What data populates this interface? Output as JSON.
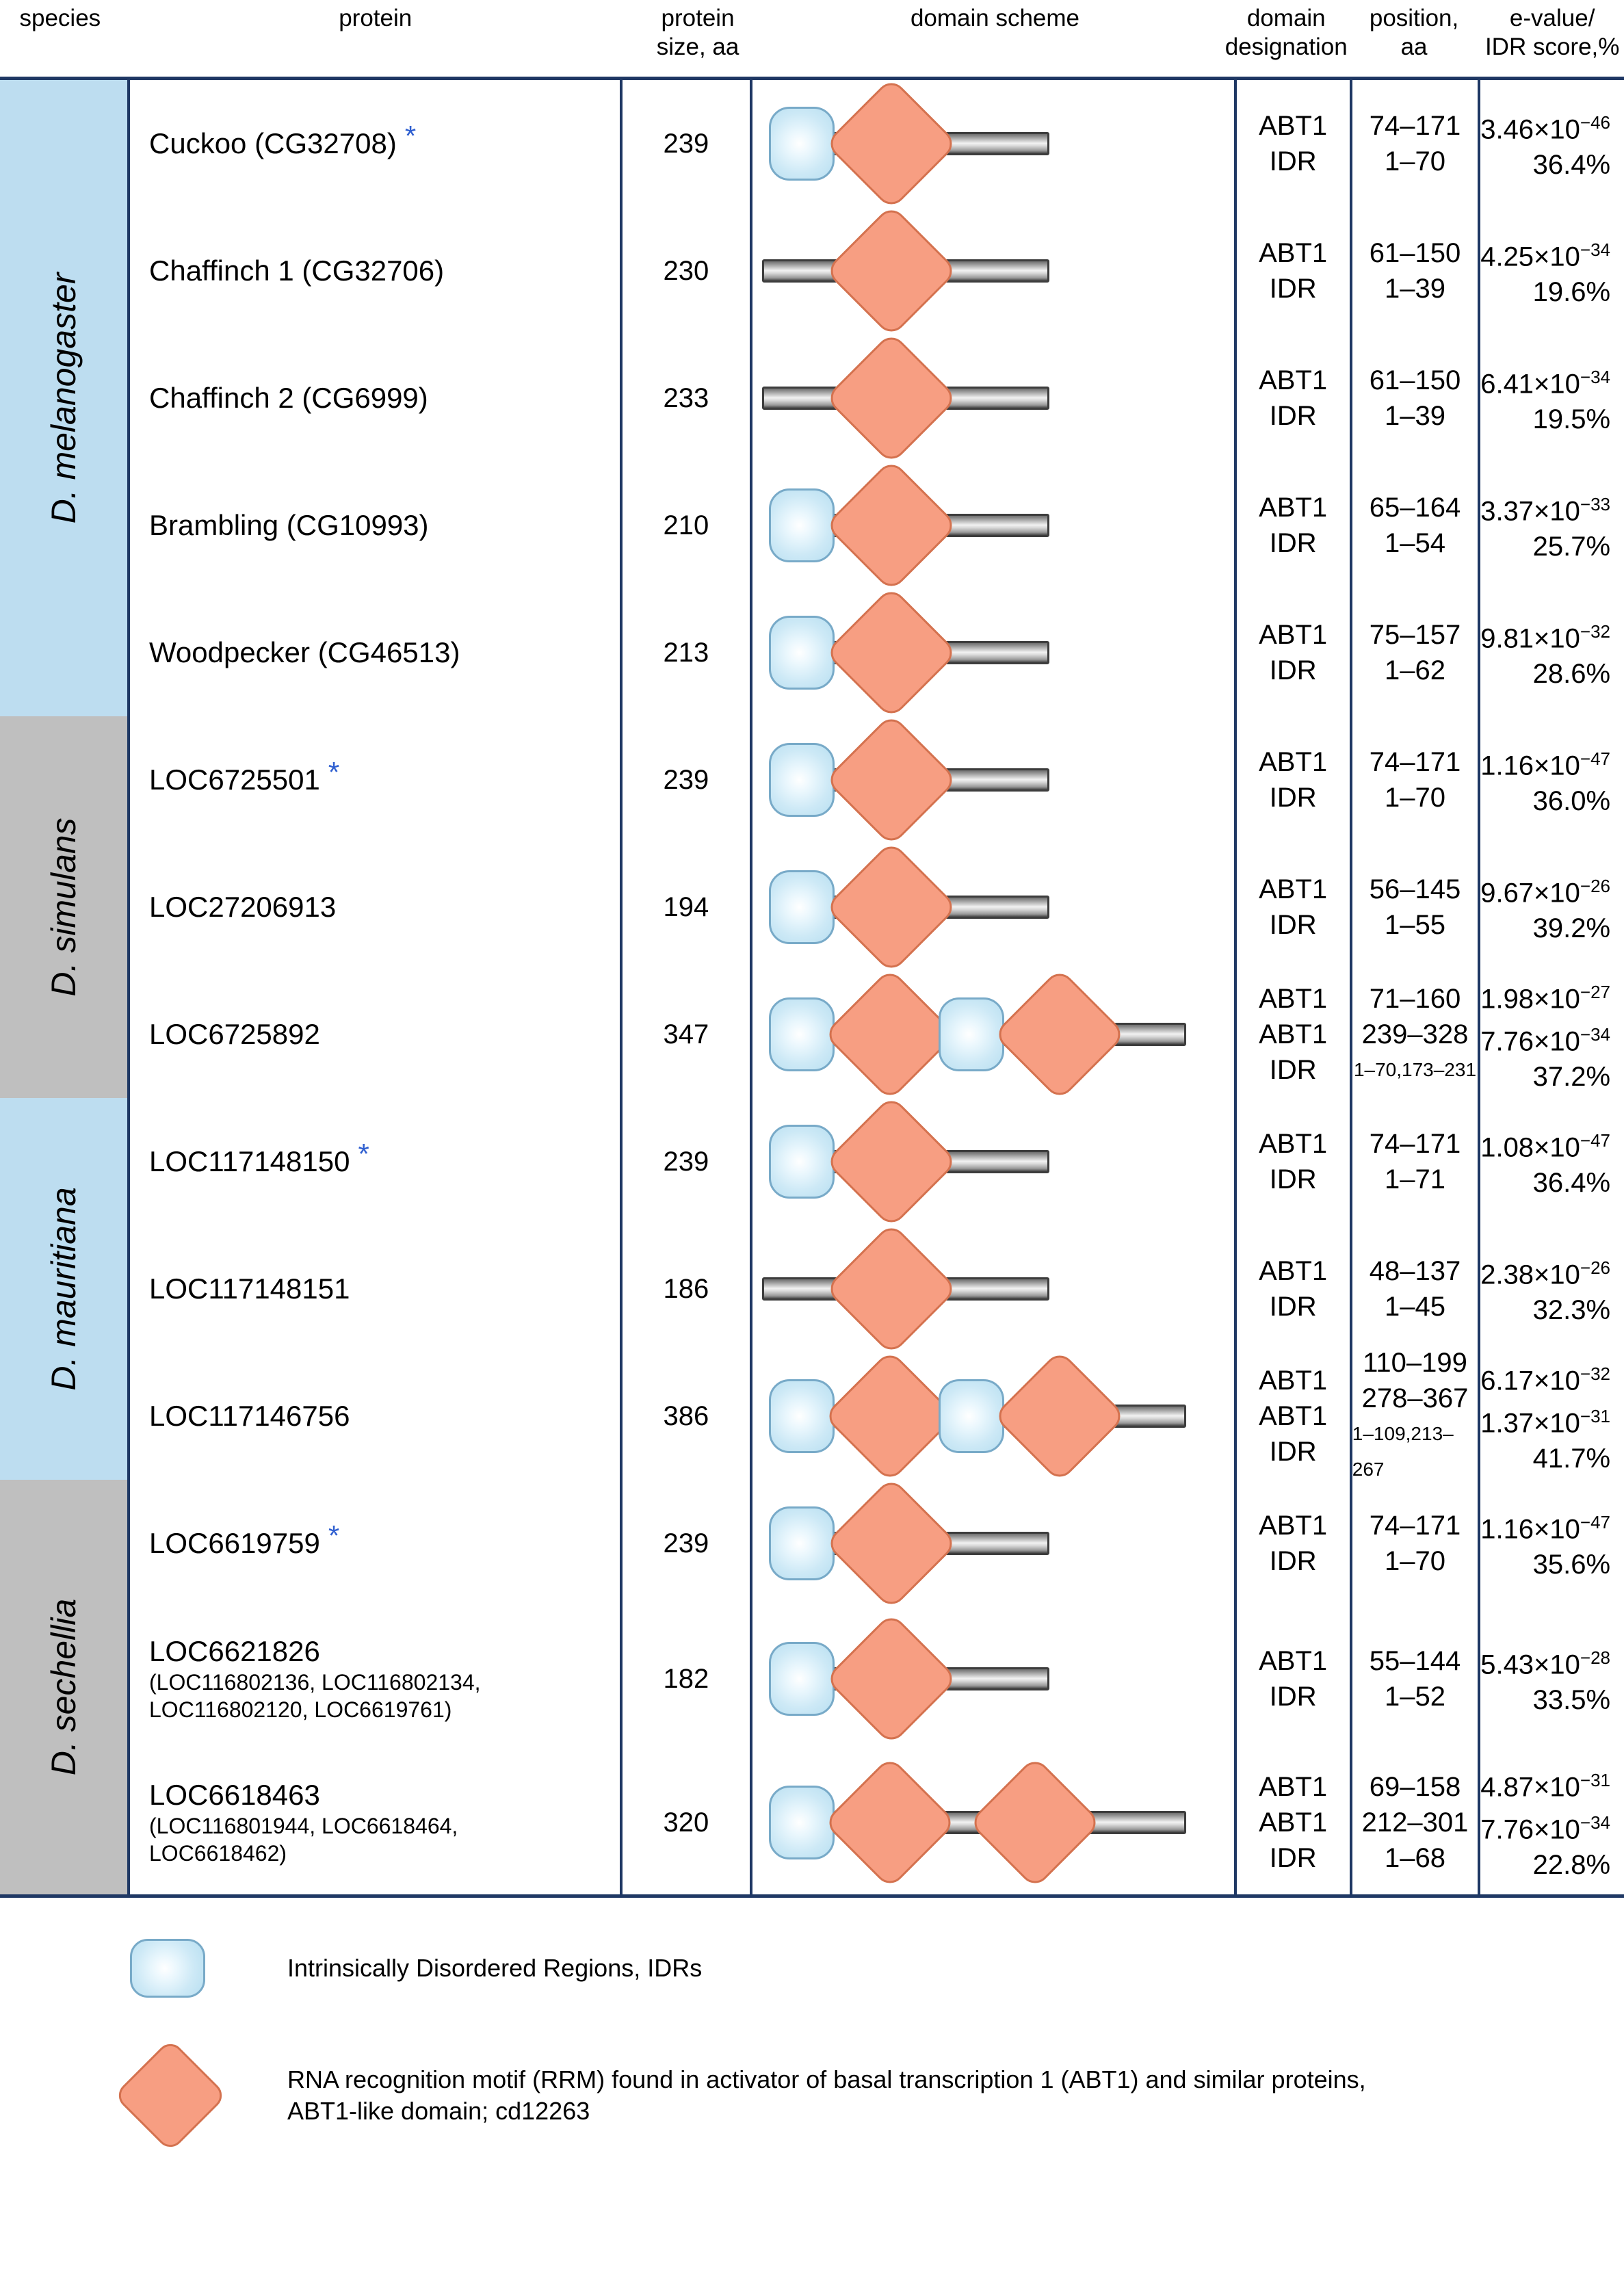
{
  "header": {
    "species": "species",
    "protein": "protein",
    "protein_size": "protein\nsize, aa",
    "protein_size_l1": "protein",
    "protein_size_l2": "size, aa",
    "domain_scheme": "domain scheme",
    "domain_designation_l1": "domain",
    "domain_designation_l2": "designation",
    "position_l1": "position,",
    "position_l2": "aa",
    "evalue_l1": "e-value/",
    "evalue_l2": "IDR score,%"
  },
  "colors": {
    "species_blue": "#bdddf0",
    "species_grey": "#bfbfbf",
    "border_navy": "#1f3864",
    "idr_fill": "#cde9f6",
    "idr_stroke": "#78aac8",
    "abt1_fill": "#f79e82",
    "abt1_stroke": "#d4724f",
    "star_blue": "#2f5fd0"
  },
  "groups": [
    {
      "species": "D. melanogaster",
      "shade": "blue",
      "rows": [
        {
          "name": "Cuckoo (CG32708)",
          "star": "*",
          "aliases": "",
          "size": "239",
          "domains": [
            "ABT1",
            "IDR"
          ],
          "positions": [
            "74–171",
            "1–70"
          ],
          "evalues": [
            "3.46×10",
            "36.4%"
          ],
          "exponents": [
            "−46",
            ""
          ],
          "scheme": {
            "idr_left": true,
            "diamonds": 1
          }
        },
        {
          "name": "Chaffinch 1 (CG32706)",
          "star": "",
          "aliases": "",
          "size": "230",
          "domains": [
            "ABT1",
            "IDR"
          ],
          "positions": [
            "61–150",
            "1–39"
          ],
          "evalues": [
            "4.25×10",
            "19.6%"
          ],
          "exponents": [
            "−34",
            ""
          ],
          "scheme": {
            "idr_left": false,
            "diamonds": 1
          }
        },
        {
          "name": "Chaffinch 2 (CG6999)",
          "star": "",
          "aliases": "",
          "size": "233",
          "domains": [
            "ABT1",
            "IDR"
          ],
          "positions": [
            "61–150",
            "1–39"
          ],
          "evalues": [
            "6.41×10",
            "19.5%"
          ],
          "exponents": [
            "−34",
            ""
          ],
          "scheme": {
            "idr_left": false,
            "diamonds": 1
          }
        },
        {
          "name": "Brambling (CG10993)",
          "star": "",
          "aliases": "",
          "size": "210",
          "domains": [
            "ABT1",
            "IDR"
          ],
          "positions": [
            "65–164",
            "1–54"
          ],
          "evalues": [
            "3.37×10",
            "25.7%"
          ],
          "exponents": [
            "−33",
            ""
          ],
          "scheme": {
            "idr_left": true,
            "diamonds": 1
          }
        },
        {
          "name": "Woodpecker (CG46513)",
          "star": "",
          "aliases": "",
          "size": "213",
          "domains": [
            "ABT1",
            "IDR"
          ],
          "positions": [
            "75–157",
            "1–62"
          ],
          "evalues": [
            "9.81×10",
            "28.6%"
          ],
          "exponents": [
            "−32",
            ""
          ],
          "scheme": {
            "idr_left": true,
            "diamonds": 1
          }
        }
      ]
    },
    {
      "species": "D. simulans",
      "shade": "grey",
      "rows": [
        {
          "name": "LOC6725501",
          "star": "*",
          "aliases": "",
          "size": "239",
          "domains": [
            "ABT1",
            "IDR"
          ],
          "positions": [
            "74–171",
            "1–70"
          ],
          "evalues": [
            "1.16×10",
            "36.0%"
          ],
          "exponents": [
            "−47",
            ""
          ],
          "scheme": {
            "idr_left": true,
            "diamonds": 1
          }
        },
        {
          "name": "LOC27206913",
          "star": "",
          "aliases": "",
          "size": "194",
          "domains": [
            "ABT1",
            "IDR"
          ],
          "positions": [
            "56–145",
            "1–55"
          ],
          "evalues": [
            "9.67×10",
            "39.2%"
          ],
          "exponents": [
            "−26",
            ""
          ],
          "scheme": {
            "idr_left": true,
            "diamonds": 1
          }
        },
        {
          "name": "LOC6725892",
          "star": "",
          "aliases": "",
          "size": "347",
          "domains": [
            "ABT1",
            "ABT1",
            "IDR"
          ],
          "positions": [
            "71–160",
            "239–328",
            "1–70,173–231"
          ],
          "evalues": [
            "1.98×10",
            "7.76×10",
            "37.2%"
          ],
          "exponents": [
            "−27",
            "−34",
            ""
          ],
          "scheme": {
            "idr_left": true,
            "diamonds": 2,
            "mid_idr": true
          }
        }
      ]
    },
    {
      "species": "D. mauritiana",
      "shade": "blue",
      "rows": [
        {
          "name": "LOC117148150",
          "star": "*",
          "aliases": "",
          "size": "239",
          "domains": [
            "ABT1",
            "IDR"
          ],
          "positions": [
            "74–171",
            "1–71"
          ],
          "evalues": [
            "1.08×10",
            "36.4%"
          ],
          "exponents": [
            "−47",
            ""
          ],
          "scheme": {
            "idr_left": true,
            "diamonds": 1
          }
        },
        {
          "name": "LOC117148151",
          "star": "",
          "aliases": "",
          "size": "186",
          "domains": [
            "ABT1",
            "IDR"
          ],
          "positions": [
            "48–137",
            "1–45"
          ],
          "evalues": [
            "2.38×10",
            "32.3%"
          ],
          "exponents": [
            "−26",
            ""
          ],
          "scheme": {
            "idr_left": false,
            "diamonds": 1
          }
        },
        {
          "name": "LOC117146756",
          "star": "",
          "aliases": "",
          "size": "386",
          "domains": [
            "ABT1",
            "ABT1",
            "IDR"
          ],
          "positions": [
            "110–199",
            "278–367",
            "1–109,213–267"
          ],
          "evalues": [
            "6.17×10",
            "1.37×10",
            "41.7%"
          ],
          "exponents": [
            "−32",
            "−31",
            ""
          ],
          "scheme": {
            "idr_left": true,
            "diamonds": 2,
            "mid_idr": true
          }
        }
      ]
    },
    {
      "species": "D. sechellia",
      "shade": "grey",
      "rows": [
        {
          "name": "LOC6619759",
          "star": "*",
          "aliases": "",
          "size": "239",
          "domains": [
            "ABT1",
            "IDR"
          ],
          "positions": [
            "74–171",
            "1–70"
          ],
          "evalues": [
            "1.16×10",
            "35.6%"
          ],
          "exponents": [
            "−47",
            ""
          ],
          "scheme": {
            "idr_left": true,
            "diamonds": 1
          }
        },
        {
          "name": "LOC6621826",
          "star": "",
          "aliases": "(LOC116802136, LOC116802134,\n LOC116802120, LOC6619761)",
          "size": "182",
          "domains": [
            "ABT1",
            "IDR"
          ],
          "positions": [
            "55–144",
            "1–52"
          ],
          "evalues": [
            "5.43×10",
            "33.5%"
          ],
          "exponents": [
            "−28",
            ""
          ],
          "scheme": {
            "idr_left": true,
            "diamonds": 1
          }
        },
        {
          "name": "LOC6618463",
          "star": "",
          "aliases": "(LOC116801944, LOC6618464,\n LOC6618462)",
          "size": "320",
          "domains": [
            "ABT1",
            "ABT1",
            "IDR"
          ],
          "positions": [
            "69–158",
            "212–301",
            "1–68"
          ],
          "evalues": [
            "4.87×10",
            "7.76×10",
            "22.8%"
          ],
          "exponents": [
            "−31",
            "−34",
            ""
          ],
          "scheme": {
            "idr_left": true,
            "diamonds": 2,
            "mid_idr": false
          }
        }
      ]
    }
  ],
  "legend": [
    {
      "icon": "idr-shape",
      "text": "Intrinsically Disordered Regions, IDRs"
    },
    {
      "icon": "abt1-diamond",
      "text": "RNA recognition motif (RRM) found in activator of basal transcription 1 (ABT1) and similar proteins,\n ABT1-like domain; cd12263"
    }
  ]
}
